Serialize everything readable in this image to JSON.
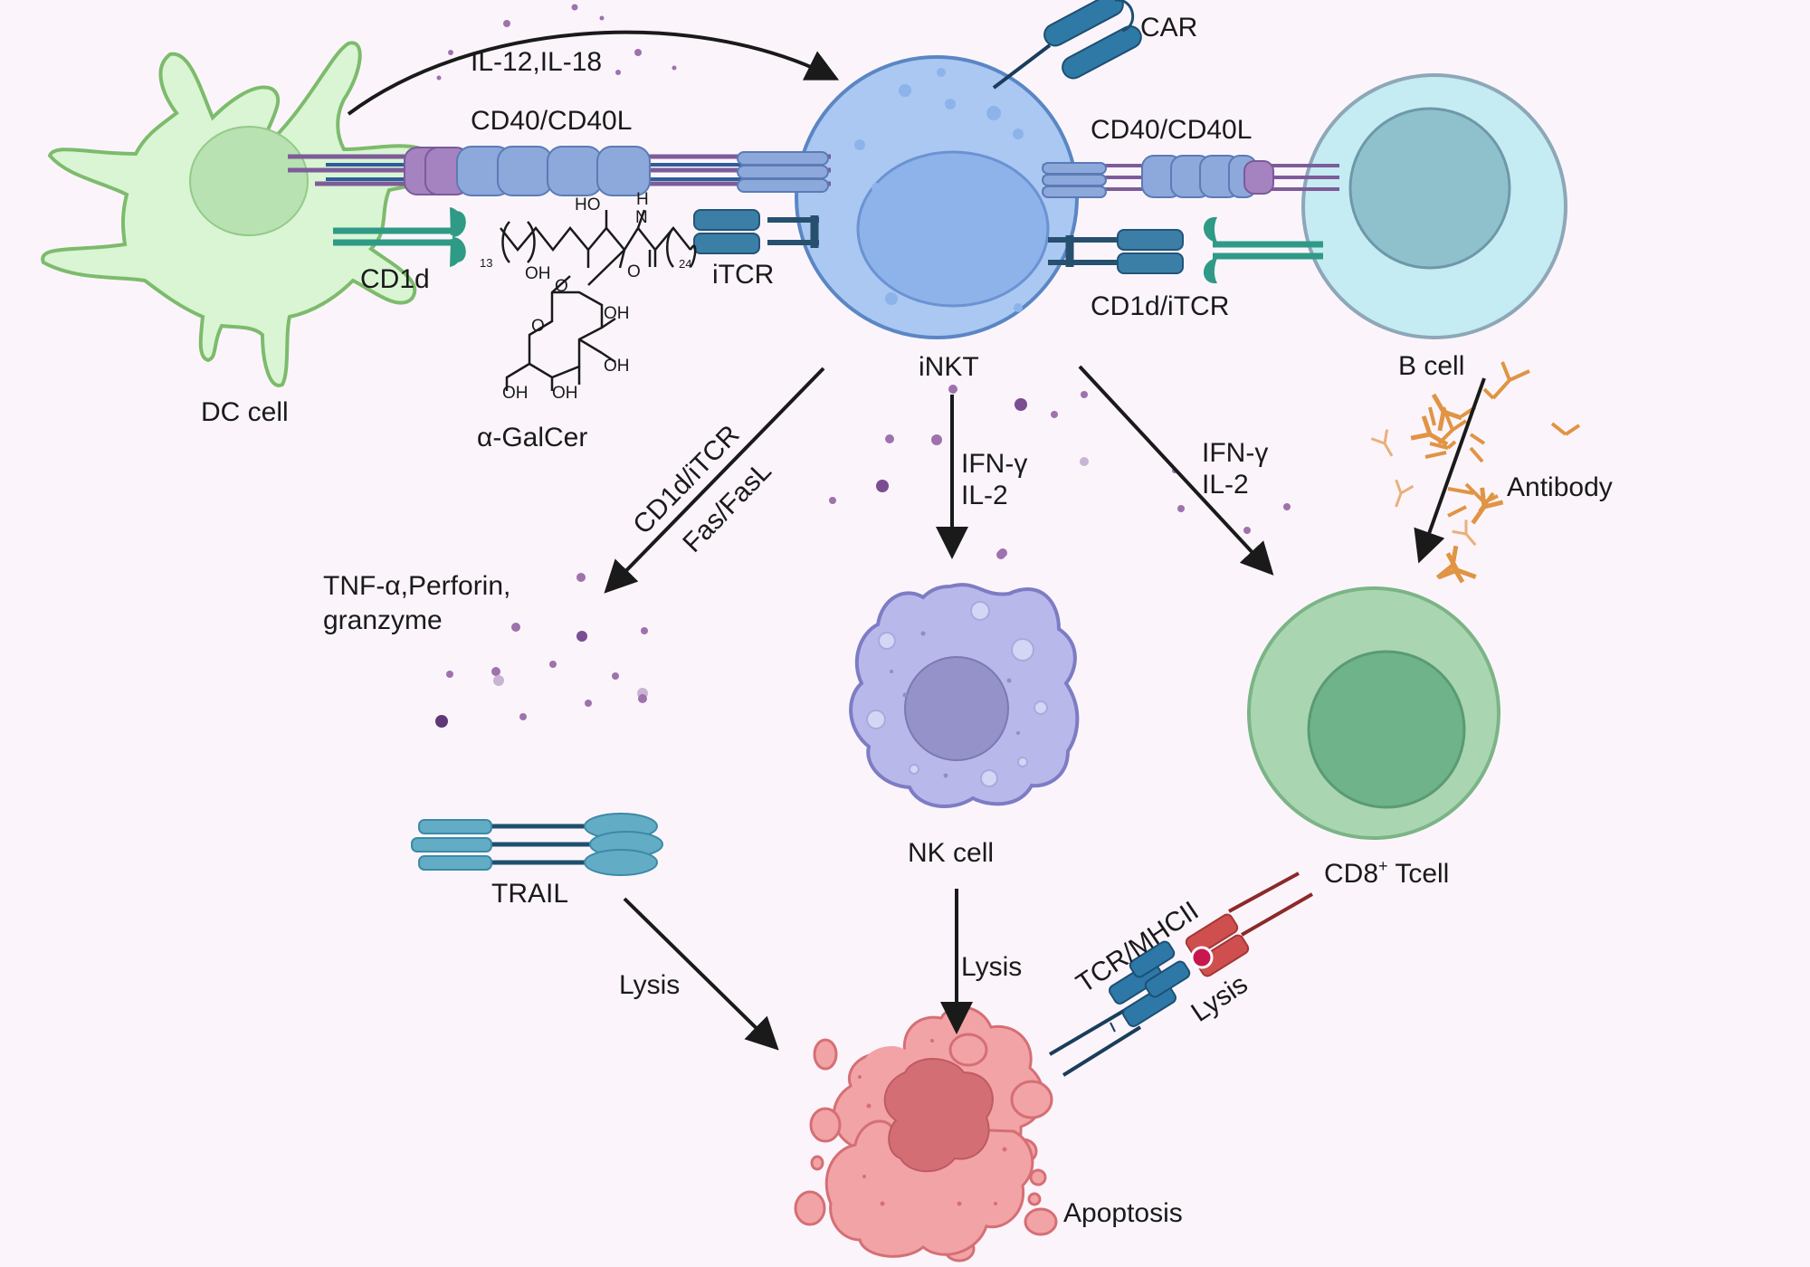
{
  "labels": {
    "il12_il18": "IL-12,IL-18",
    "cd40_left": "CD40/CD40L",
    "cd40_right": "CD40/CD40L",
    "car": "CAR",
    "cd1d": "CD1d",
    "itcr": "iTCR",
    "cd1d_itcr_right": "CD1d/iTCR",
    "dc_cell": "DC cell",
    "alpha_galcer": "α-GalCer",
    "inkt": "iNKT",
    "b_cell": "B cell",
    "cd1d_itcr_diag": "CD1d/iTCR",
    "fas_fasl": "Fas/FasL",
    "ifn_center": "IFN-γ",
    "il2_center": "IL-2",
    "ifn_right": "IFN-γ",
    "il2_right": "IL-2",
    "antibody": "Antibody",
    "tnf_line1": "TNF-α,Perforin,",
    "tnf_line2": "granzyme",
    "nk_cell": "NK cell",
    "cd8_main": "CD8",
    "cd8_sup": "+",
    "cd8_tail": " Tcell",
    "trail": "TRAIL",
    "lysis_left": "Lysis",
    "lysis_center": "Lysis",
    "tcr_mhcii": "TCR/MHCII",
    "lysis_right": "Lysis",
    "apoptosis": "Apoptosis"
  },
  "chem": {
    "ho": "HO",
    "n": "N",
    "h": "H",
    "oh_chain": "OH",
    "o_link": "O",
    "o_ketone": "O",
    "sub13": "13",
    "sub24": "24",
    "oh_r1": "OH",
    "oh_r2": "OH",
    "oh_b1": "OH",
    "oh_b2": "OH",
    "o_ring": "O"
  },
  "colors": {
    "background": "#fbf5fb",
    "dc_cell": "#d9f5d4",
    "dc_outline": "#7dbb6c",
    "inkt_cell": "#aac8f2",
    "inkt_outline": "#5a86c4",
    "b_cell": "#c4ecf2",
    "nk_cell": "#b9b8ea",
    "cd8_cell": "#a9d6b0",
    "tumor_cell": "#f2a3a5",
    "cd40": "#8da8da",
    "cd40l": "#a583c0",
    "cd1d": "#2f9a86",
    "itcr": "#3b7fa6",
    "car": "#2f79a6",
    "trail": "#63acc6",
    "tcr": "#2e78a8",
    "mhcii": "#cf4f4f",
    "antibody": "#e09444",
    "cytokine": "#9e72ad",
    "arrow": "#1a1a1a"
  }
}
